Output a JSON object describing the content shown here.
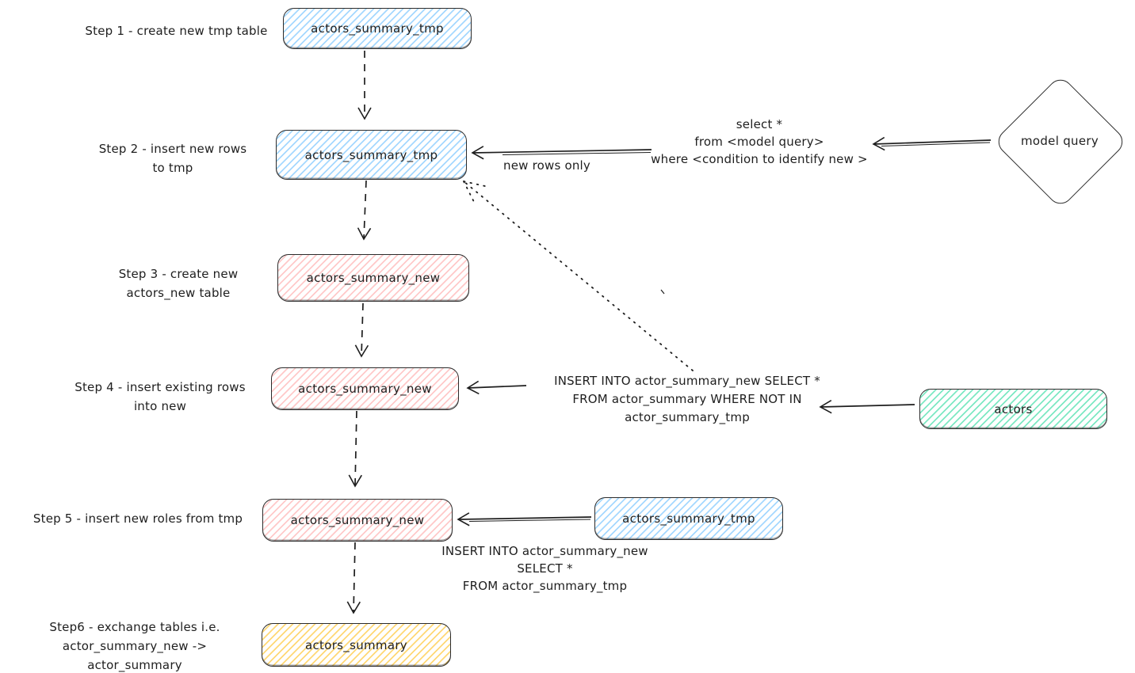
{
  "steps": [
    {
      "label": "Step 1 - create new tmp table"
    },
    {
      "label": "Step 2 - insert new rows\nto tmp"
    },
    {
      "label": "Step 3 - create new\nactors_new table"
    },
    {
      "label": "Step 4 - insert existing rows\ninto new"
    },
    {
      "label": "Step 5 - insert new roles from tmp"
    },
    {
      "label": "Step6 - exchange tables i.e.\nactor_summary_new -> actor_summary"
    }
  ],
  "nodes": {
    "tmp_top": "actors_summary_tmp",
    "tmp_mid": "actors_summary_tmp",
    "new_create": "actors_summary_new",
    "new_insert": "actors_summary_new",
    "new_roles": "actors_summary_new",
    "tmp_source": "actors_summary_tmp",
    "actors": "actors",
    "summary": "actors_summary",
    "model_query": "model query"
  },
  "annotations": {
    "model_select": "select *\nfrom <model query>\nwhere <condition to identify new >",
    "new_rows_only": "new rows only",
    "insert_not_in": "INSERT INTO actor_summary_new SELECT *\nFROM actor_summary WHERE NOT IN\nactor_summary_tmp",
    "insert_from_tmp": "INSERT INTO actor_summary_new\nSELECT *\nFROM actor_summary_tmp"
  },
  "colors": {
    "blue": "#a5d8ff",
    "red": "#ffc9c9",
    "green": "#7de8c3",
    "yellow": "#ffd875",
    "stroke": "#1e1e1e"
  }
}
